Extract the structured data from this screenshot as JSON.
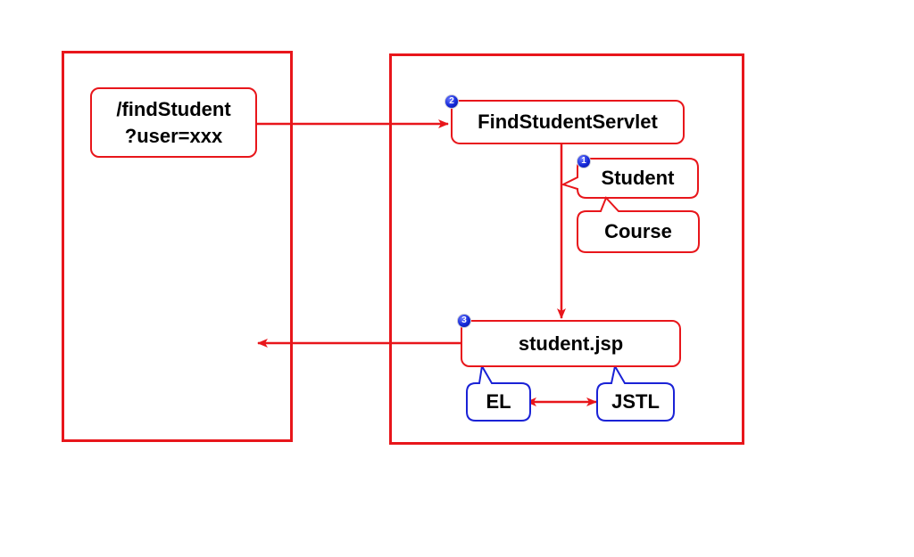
{
  "request": {
    "path": "/findStudent",
    "query": "?user=xxx"
  },
  "servlet": {
    "label": "FindStudentServlet",
    "badge": "2"
  },
  "models": {
    "student": {
      "label": "Student",
      "badge": "1"
    },
    "course": {
      "label": "Course"
    }
  },
  "view": {
    "label": "student.jsp",
    "badge": "3"
  },
  "tech": {
    "el": "EL",
    "jstl": "JSTL"
  },
  "colors": {
    "red": "#e8161b",
    "blue": "#1a22d6",
    "badge": "#1428d8"
  }
}
